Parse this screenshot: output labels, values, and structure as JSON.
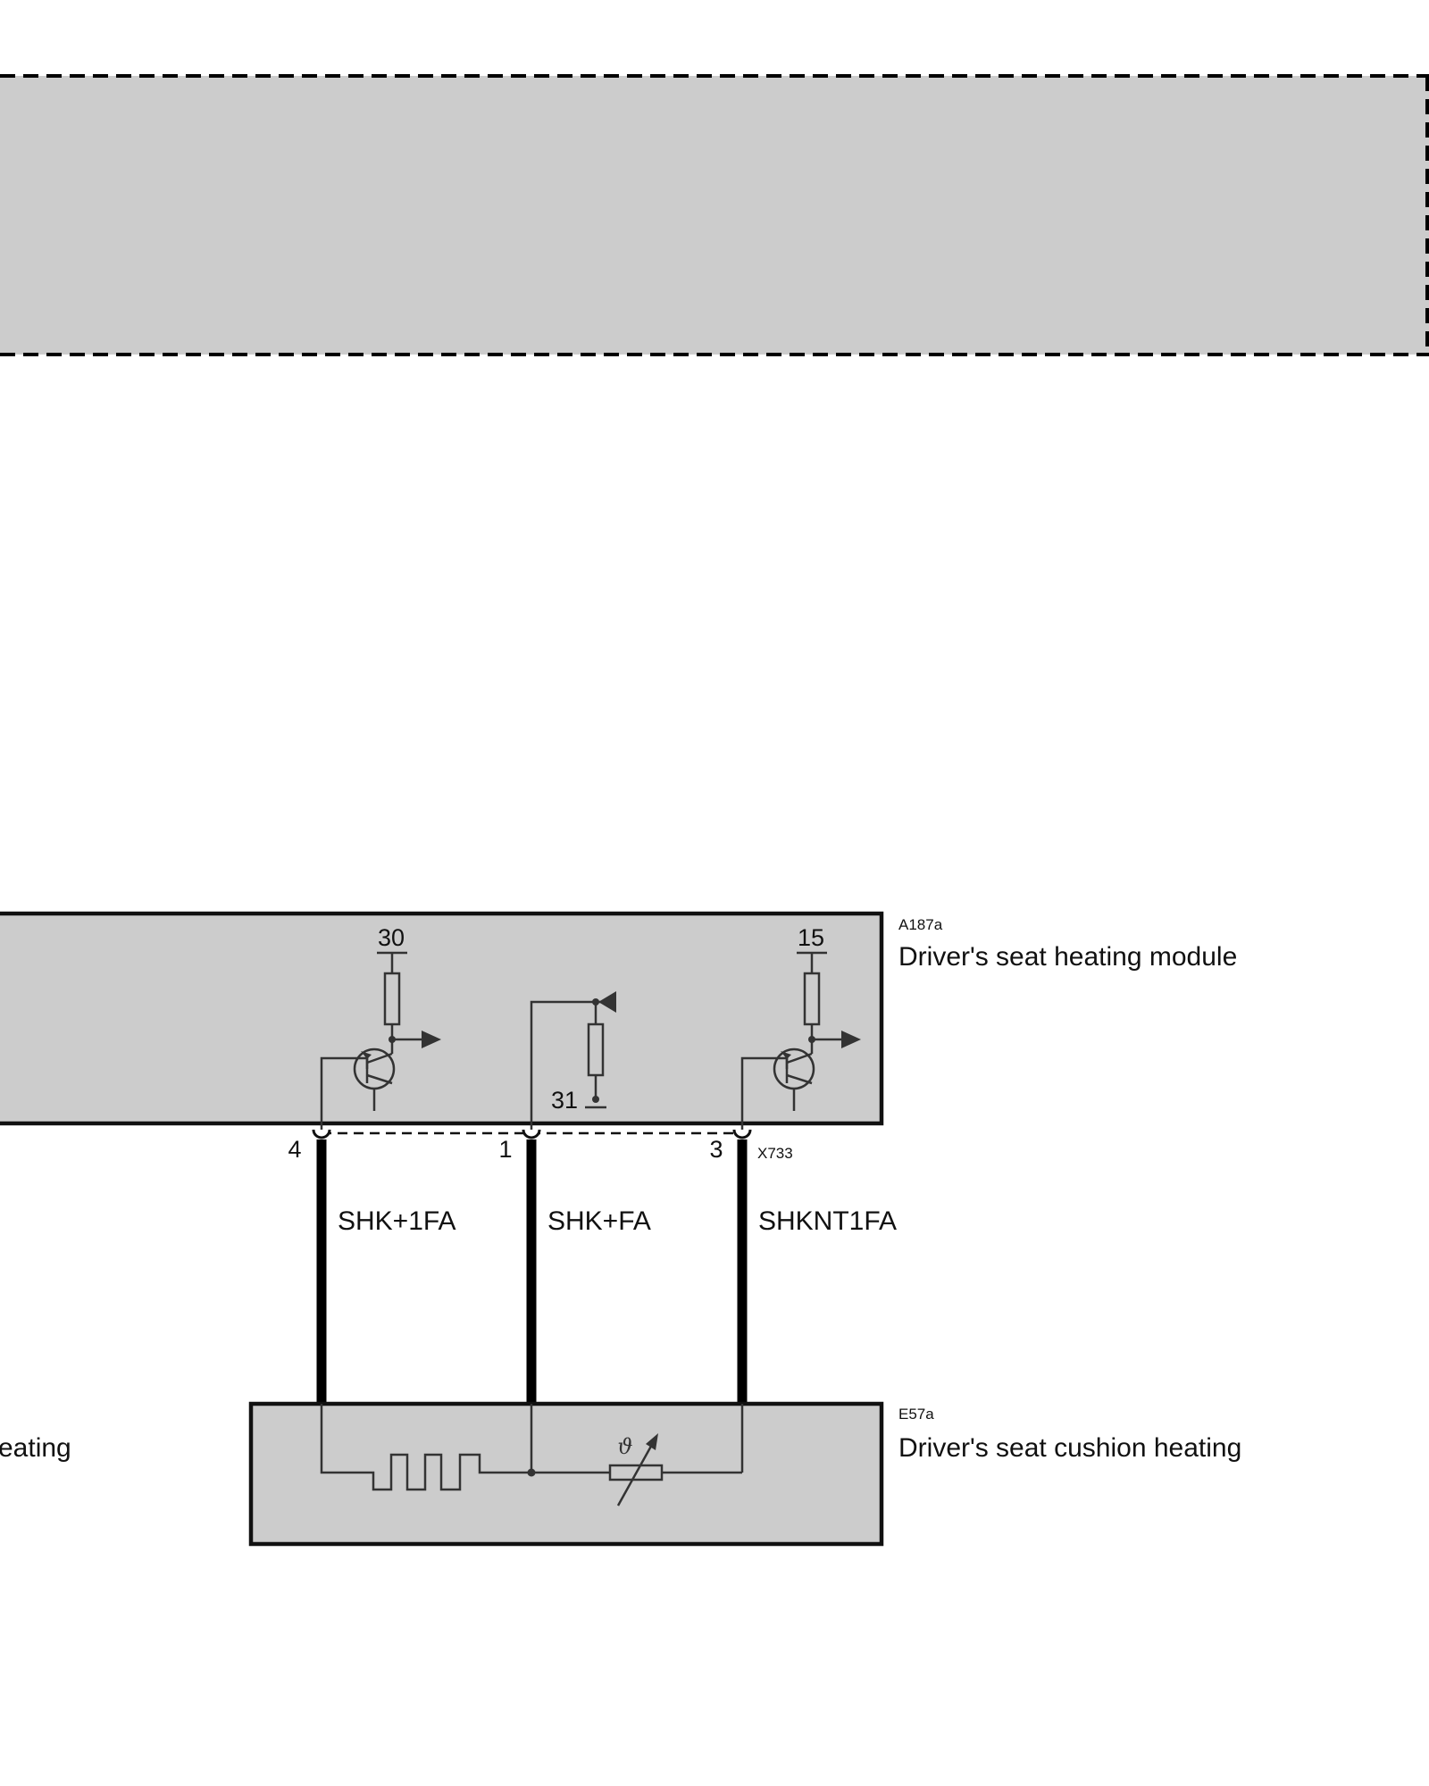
{
  "colors": {
    "module_fill": "#cccccc",
    "line": "#000000",
    "symbol": "#333333",
    "background": "#ffffff"
  },
  "top_region": {
    "style": "dashed-border-gray-band"
  },
  "module": {
    "code": "A187a",
    "name": "Driver's seat heating module",
    "terminal_30": "30",
    "terminal_15": "15",
    "terminal_31": "31"
  },
  "connector": {
    "code": "X733",
    "pins": [
      {
        "pin": "4",
        "signal": "SHK+1FA"
      },
      {
        "pin": "1",
        "signal": "SHK+FA"
      },
      {
        "pin": "3",
        "signal": "SHKNT1FA"
      }
    ]
  },
  "heating_element": {
    "code": "E57a",
    "name": "Driver's seat cushion heating",
    "sensor_symbol": "ϑ"
  },
  "partial_left_label": "eating"
}
